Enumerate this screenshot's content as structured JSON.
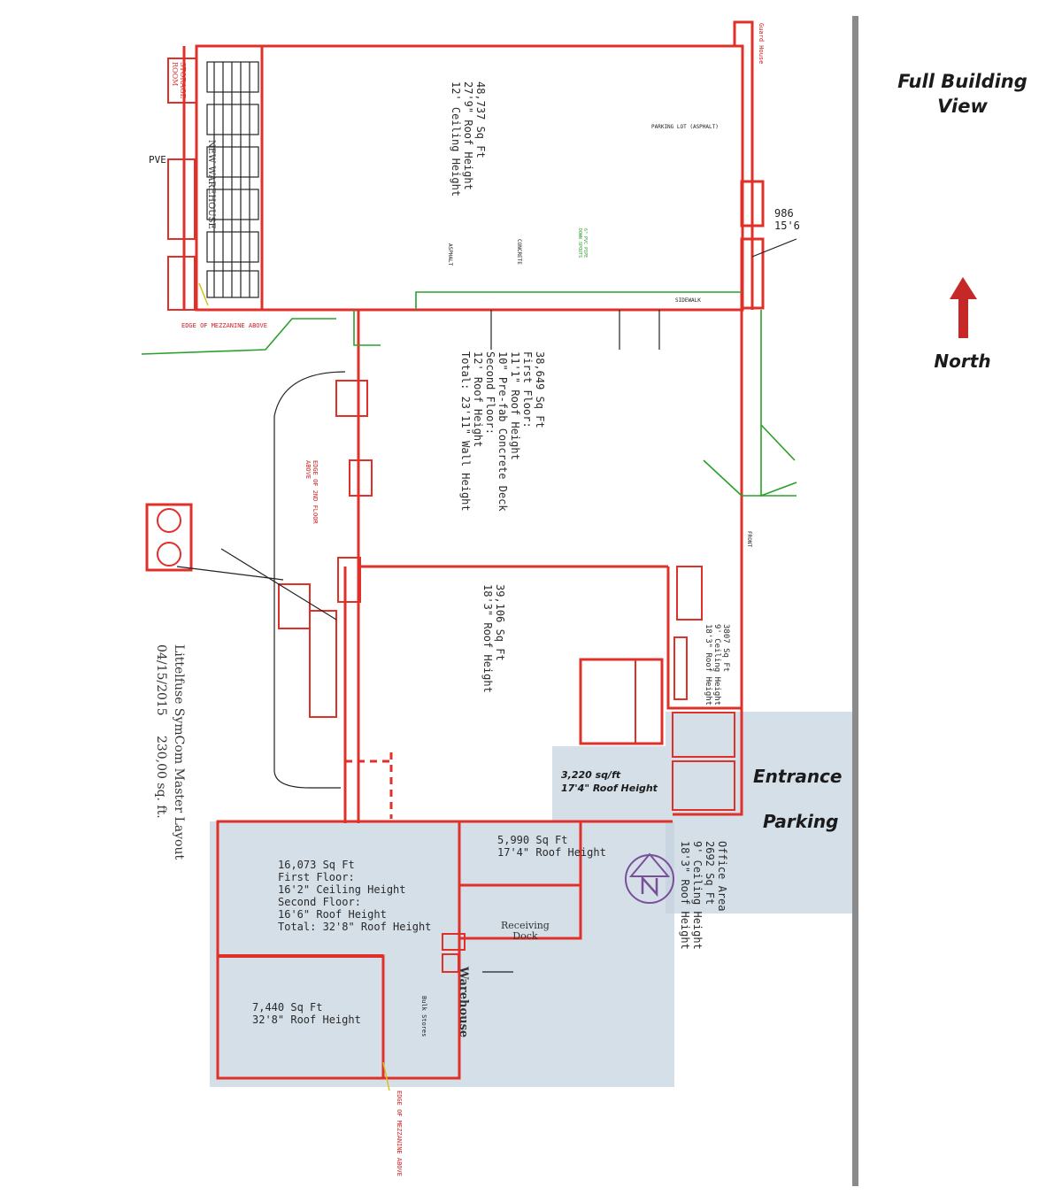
{
  "legend": {
    "title_line1": "Full Building",
    "title_line2": "View",
    "north_label": "North"
  },
  "zones": {
    "entrance": "Entrance",
    "parking": "Parking"
  },
  "areas": {
    "northwest": {
      "line1": "48,737 Sq Ft",
      "line2": "27'9\" Roof Height",
      "line3": "12' Ceiling Height",
      "new_warehouse": "NEW WAREHOUSE",
      "parking_lot": "PARKING LOT (ASPHALT)"
    },
    "center_north": {
      "line1": "38,649 Sq Ft",
      "line2": "First Floor:",
      "line3": "11'1\" Roof Height",
      "line4": "10\" Pre-fab Concrete Deck",
      "line5": "Second Floor:",
      "line6": "12' Roof Height",
      "line7": "Total: 23'11\" Wall Height"
    },
    "center_south": {
      "line1": "39,106 Sq Ft",
      "line2": "18'3\" Roof Height"
    },
    "east_office": {
      "line1": "3807 Sq Ft",
      "line2": "9' Ceiling Height",
      "line3": "18'3\" Roof Height"
    },
    "entrance_block": {
      "line1": "3,220 sq/ft",
      "line2": "17'4\" Roof Height"
    },
    "office_area": {
      "line1": "Office Area",
      "line2": "2692 Sq Ft",
      "line3": "9' Ceiling Height",
      "line4": "18'3\" Roof Height"
    },
    "south_block": {
      "line1": "5,990 Sq Ft",
      "line2": "17'4\" Roof Height"
    },
    "southwest": {
      "line1": "16,073 Sq Ft",
      "line2": "First Floor:",
      "line3": "16'2\" Ceiling Height",
      "line4": "Second Floor:",
      "line5": "16'6\" Roof Height",
      "line6": "Total: 32'8\" Roof Height"
    },
    "bulk": {
      "line1": "7,440 Sq Ft",
      "line2": "32'8\" Roof Height",
      "bulk_stores": "Bulk Stores"
    },
    "receiving": {
      "line1": "Receiving",
      "line2": "Dock",
      "warehouse": "Warehouse"
    }
  },
  "annotations": {
    "guard_house": "Guard House",
    "edge_mezzanine_top": "EDGE OF MEZZANINE ABOVE",
    "edge_2nd_floor": "EDGE OF 2ND FLOOR ABOVE",
    "edge_mezzanine_bottom": "EDGE OF MEZZANINE ABOVE",
    "sidewalk": "SIDEWALK",
    "concrete": "CONCRETE",
    "asphalt": "ASPHALT",
    "pvc_pipe": "6\" PVC PIPE DOWN SPOUTS",
    "front": "FRONT",
    "partial_986": "986",
    "partial_15": "15'6",
    "pve": "PVE",
    "storage_room": "STORAGE ROOM"
  },
  "title_block": {
    "line1": "Littelfuse SymCom Master Layout",
    "line2": "04/15/2015     230,00 sq. ft."
  },
  "colors": {
    "wall_red": "#e0302a",
    "utility_green": "#2aa02a",
    "overlay_blue": "#c3d1de",
    "arrow_red": "#c62828",
    "divider_gray": "#8a8a8a"
  }
}
